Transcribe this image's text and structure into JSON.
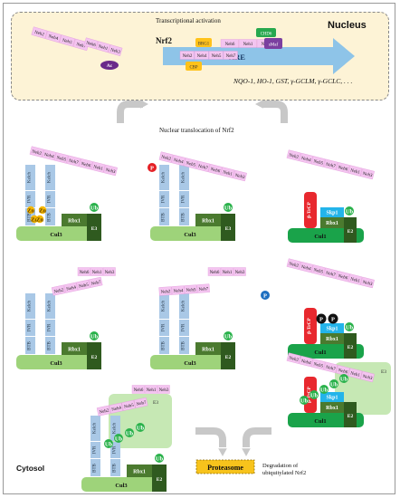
{
  "nucleus": {
    "title": "Nucleus",
    "transcriptional_activation": "Transcriptional activation",
    "nrf2_label": "Nrf2",
    "are_label": "ARE",
    "target_genes": "NQO-1, HO-1, GST, γ-GCLM, γ-GCLC, . . .",
    "partners": {
      "brg1": "BRG1",
      "cbp": "CBP",
      "chd6": "CHD6",
      "smaf": "sMaf"
    },
    "ac": "Ac"
  },
  "translocation": "Nuclear translocation of Nrf2",
  "domains": {
    "neh1": "Neh1",
    "neh2": "Neh2",
    "neh3": "Neh3",
    "neh4": "Neh4",
    "neh5": "Neh5",
    "neh6": "Neh6",
    "neh7": "Neh7"
  },
  "complex": {
    "keap1_domains": {
      "kelch": "Kelch",
      "ivr": "IVR",
      "btb": "BTB"
    },
    "cul3": "Cul3",
    "rbx1": "Rbx1",
    "e3": "E3",
    "e2": "E2",
    "cul1": "Cul1",
    "skp1": "Skp1",
    "btrcp": "β-TrCP"
  },
  "modifiers": {
    "ub": "Ub",
    "p": "P",
    "zn": "Zn"
  },
  "cytosol": "Cytosol",
  "proteasome": "Proteasome",
  "degradation": "Degradation of ubiquitylated Nrf2",
  "degradation_line1": "Degradation of",
  "degradation_line2": "ubiquitylated Nrf2"
}
